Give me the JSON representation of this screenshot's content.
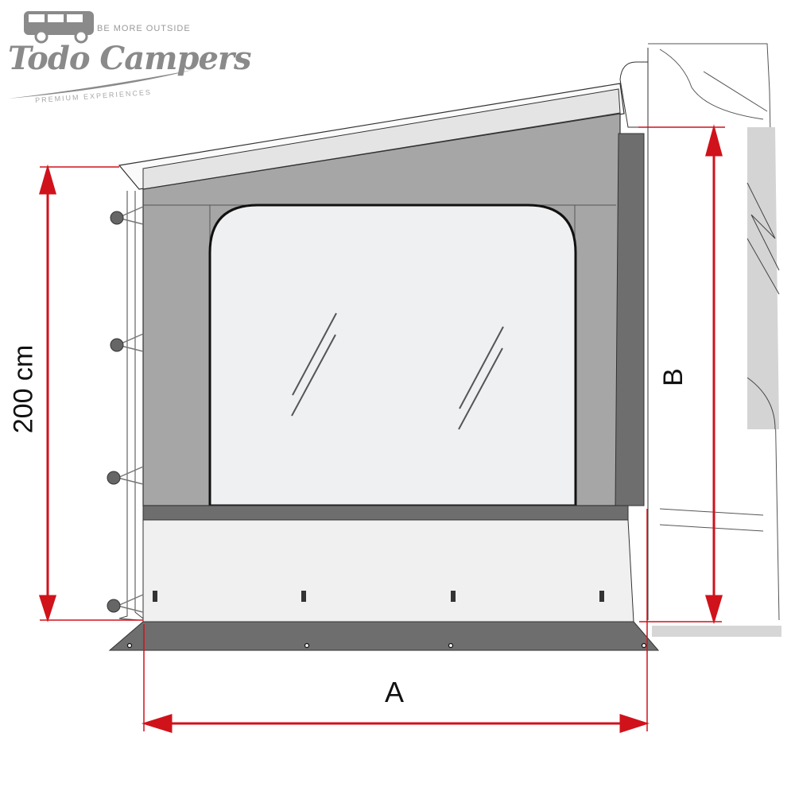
{
  "logo": {
    "brand": "Todo Campers",
    "tagline_top": "BE MORE OUTSIDE",
    "tagline_bottom": "PREMIUM EXPERIENCES",
    "icon": "camper-van-icon"
  },
  "diagram": {
    "subject": "awning side panel with window",
    "dimensions": {
      "height_label": "200 cm",
      "width_label": "A",
      "vehicle_height_label": "B"
    },
    "colors": {
      "dimension_line": "#d0121b",
      "panel_dark": "#6e6e6e",
      "panel_mid": "#a6a6a6",
      "panel_light": "#d9d9d9",
      "window": "#eff0f2",
      "skirt": "#f0f0f0",
      "logo_gray": "#8a8a8a"
    }
  }
}
